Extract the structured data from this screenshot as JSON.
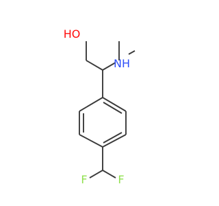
{
  "molecule": {
    "atoms": {
      "hydroxyl": "HO",
      "amine": "NH",
      "fluorine_left": "F",
      "fluorine_right": "F"
    },
    "colors": {
      "bond": "#3a3a3a",
      "oxygen": "#ff0d0d",
      "nitrogen": "#3050f8",
      "fluorine": "#90e050",
      "hydrogen_label": "#3a3a3a"
    }
  }
}
